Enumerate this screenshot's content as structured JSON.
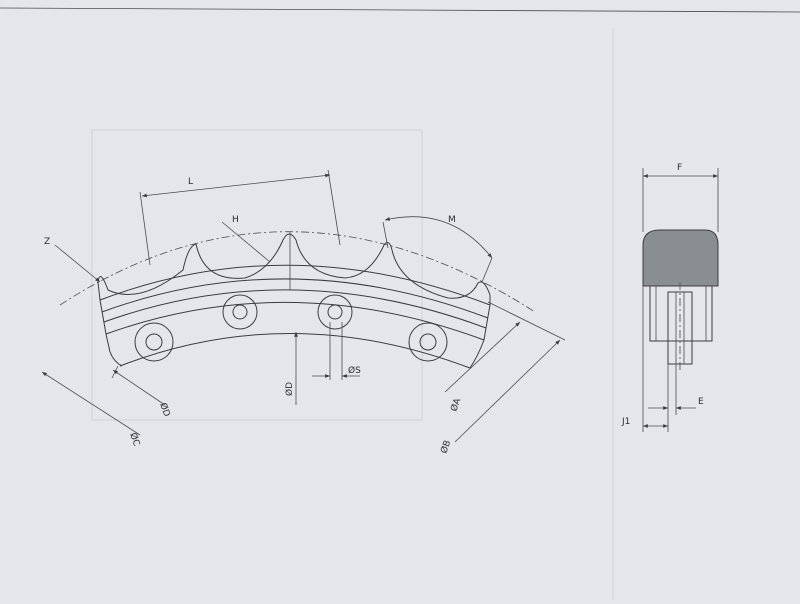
{
  "diagram": {
    "labels": {
      "L": "L",
      "H": "H",
      "Z": "Z",
      "M": "M",
      "F": "F",
      "E": "E",
      "J1": "J1",
      "phiA": "ØA",
      "phiB": "ØB",
      "phiC": "ØC",
      "phiD_left": "ØD",
      "phiD_center": "ØD",
      "phiS": "ØS"
    }
  },
  "colors": {
    "paper": "#e4e6e9",
    "ink": "#3a3c42",
    "profile_fill": "#8a8d92"
  }
}
